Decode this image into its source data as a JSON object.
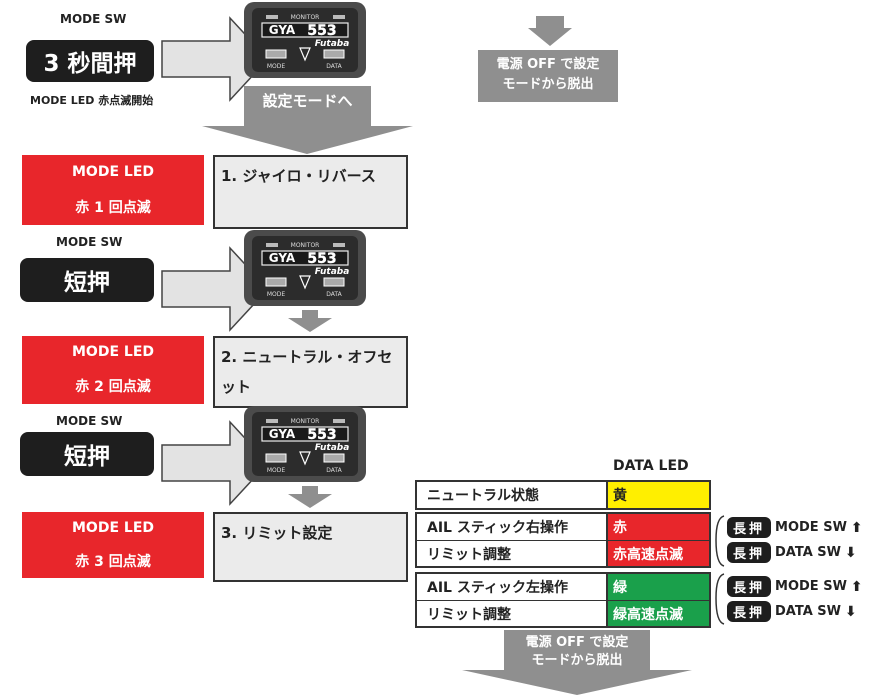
{
  "device": {
    "monitor": "MONITOR",
    "model_left": "GYA",
    "model_num": "553",
    "brand": "Futaba",
    "mode": "MODE",
    "data": "DATA"
  },
  "mode_sw": "MODE SW",
  "press3": "3 秒間押",
  "blink_start": "MODE LED 赤点滅開始",
  "to_setting": "設定モードへ",
  "exit_top": [
    "電源 OFF で設定",
    "モードから脱出"
  ],
  "exit_bottom": [
    "電源 OFF で設定",
    "モードから脱出"
  ],
  "short_press": "短押",
  "steps": [
    {
      "led_title": "MODE LED",
      "led_text": "赤 1 回点滅",
      "label": "1. ジャイロ・リバース"
    },
    {
      "led_title": "MODE LED",
      "led_text": "赤 2 回点滅",
      "label": "2. ニュートラル・オフセット"
    },
    {
      "led_title": "MODE LED",
      "led_text": "赤 3 回点滅",
      "label": "3. リミット設定"
    }
  ],
  "data_led_header": "DATA  LED",
  "neutral": {
    "label": "ニュートラル状態",
    "value": "黄"
  },
  "ail_right": {
    "label1": "AIL スティック右操作",
    "label2": "リミット調整",
    "value1": "赤",
    "value2": "赤高速点滅"
  },
  "ail_left": {
    "label1": "AIL スティック左操作",
    "label2": "リミット調整",
    "value1": "緑",
    "value2": "緑高速点滅"
  },
  "long_press": "長押",
  "sw_mode_up": "MODE SW",
  "sw_data_down": "DATA SW",
  "colors": {
    "red": "#e8262b",
    "yellow": "#ffef00",
    "green": "#1aa04b",
    "gray": "#8f8f8f",
    "dark": "#1e1e1e"
  }
}
